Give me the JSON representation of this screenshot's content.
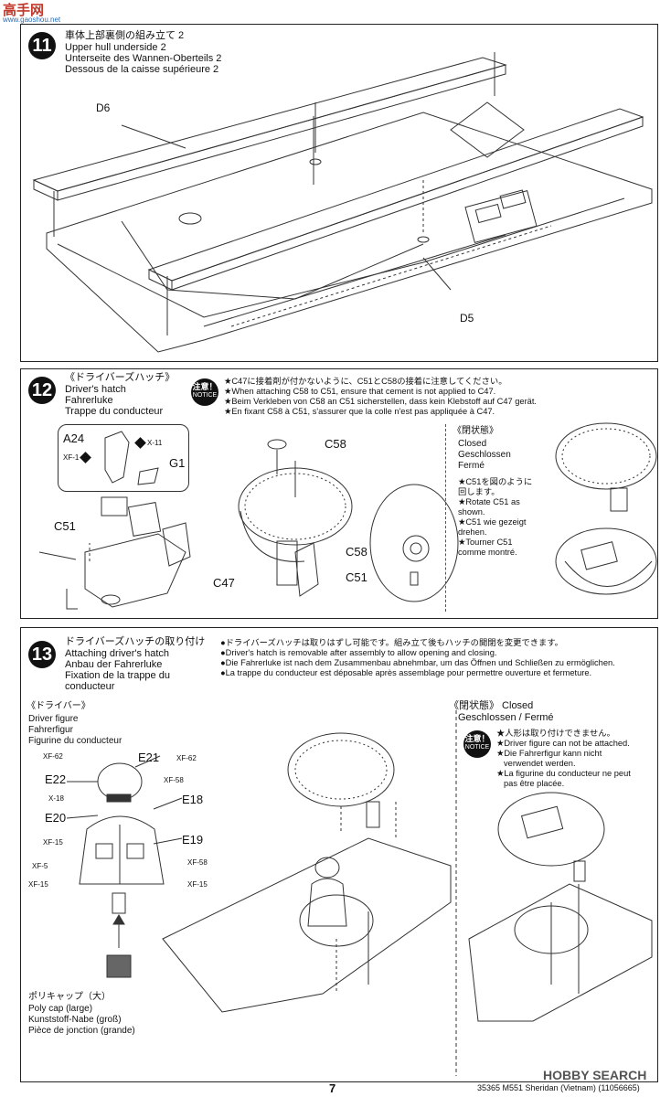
{
  "watermark": {
    "logo": "高手网",
    "url": "www.gaoshou.net"
  },
  "step11": {
    "num": "11",
    "title_jp": "車体上部裏側の組み立て 2",
    "title_en": "Upper hull underside 2",
    "title_de": "Unterseite des Wannen-Oberteils 2",
    "title_fr": "Dessous de la caisse supérieure 2",
    "parts": {
      "d6": "D6",
      "d5": "D5"
    }
  },
  "step12": {
    "num": "12",
    "title_jp": "《ドライバーズハッチ》",
    "title_en": "Driver's hatch",
    "title_de": "Fahrerluke",
    "title_fr": "Trappe du conducteur",
    "notice": {
      "jp": "注意！",
      "en": "NOTICE"
    },
    "notes": [
      "★C47に接着剤が付かないように、C51とC58の接着に注意してください。",
      "★When attaching C58 to C51, ensure that cement is not applied to C47.",
      "★Beim Verkleben von C58 an C51 sicherstellen, dass kein Klebstoff auf C47 gerät.",
      "★En fixant C58 à C51, s'assurer que la colle n'est pas appliquée à C47."
    ],
    "parts": {
      "a24": "A24",
      "x11": "X-11",
      "xf1": "XF-1",
      "g1": "G1",
      "c51": "C51",
      "c58": "C58",
      "c47": "C47",
      "c58b": "C58",
      "c51b": "C51"
    },
    "closed": {
      "jp": "《閉状態》",
      "en": "Closed",
      "de": "Geschlossen",
      "fr": "Fermé",
      "notes": [
        "★C51を図のように",
        "回します。",
        "★Rotate C51 as",
        "shown.",
        "★C51 wie gezeigt",
        "drehen.",
        "★Tourner C51",
        "comme montré."
      ]
    }
  },
  "step13": {
    "num": "13",
    "title_jp": "ドライバーズハッチの取り付け",
    "title_en": "Attaching driver's hatch",
    "title_de": "Anbau der Fahrerluke",
    "title_fr1": "Fixation de la trappe du",
    "title_fr2": "conducteur",
    "notes": [
      "●ドライバーズハッチは取りはずし可能です。組み立て後もハッチの開閉を変更できます。",
      "●Driver's hatch is removable after assembly to allow opening and closing.",
      "●Die Fahrerluke ist nach dem Zusammenbau abnehmbar, um das Öffnen und Schließen zu ermöglichen.",
      "●La trappe du conducteur est déposable après assemblage pour permettre ouverture et fermeture."
    ],
    "driver": {
      "jp": "《ドライバー》",
      "en": "Driver figure",
      "de": "Fahrerfigur",
      "fr": "Figurine du conducteur"
    },
    "paints": {
      "xf62a": "XF-62",
      "e22": "E22",
      "x18": "X-18",
      "e20": "E20",
      "xf15a": "XF-15",
      "xf5": "XF-5",
      "xf15b": "XF-15",
      "e21": "E21",
      "xf62b": "XF-62",
      "xf58a": "XF-58",
      "e18": "E18",
      "e19": "E19",
      "xf58b": "XF-58",
      "xf15c": "XF-15"
    },
    "polycap": {
      "jp": "ポリキャップ（大）",
      "en": "Poly cap (large)",
      "de": "Kunststoff-Nabe (groß)",
      "fr": "Pièce de jonction (grande)"
    },
    "closed": {
      "title": "《閉状態》 Closed",
      "title2": "Geschlossen / Fermé",
      "notice": {
        "jp": "注意！",
        "en": "NOTICE"
      },
      "notes": [
        "★人形は取り付けできません。",
        "★Driver figure can not be attached.",
        "★Die Fahrerfigur kann nicht",
        "verwendet werden.",
        "★La figurine du conducteur ne peut",
        "pas être placée."
      ]
    }
  },
  "footer": {
    "page": "7",
    "kit": "35365 M551 Sheridan (Vietnam) (11056665)",
    "brand": "HOBBY SEARCH"
  }
}
